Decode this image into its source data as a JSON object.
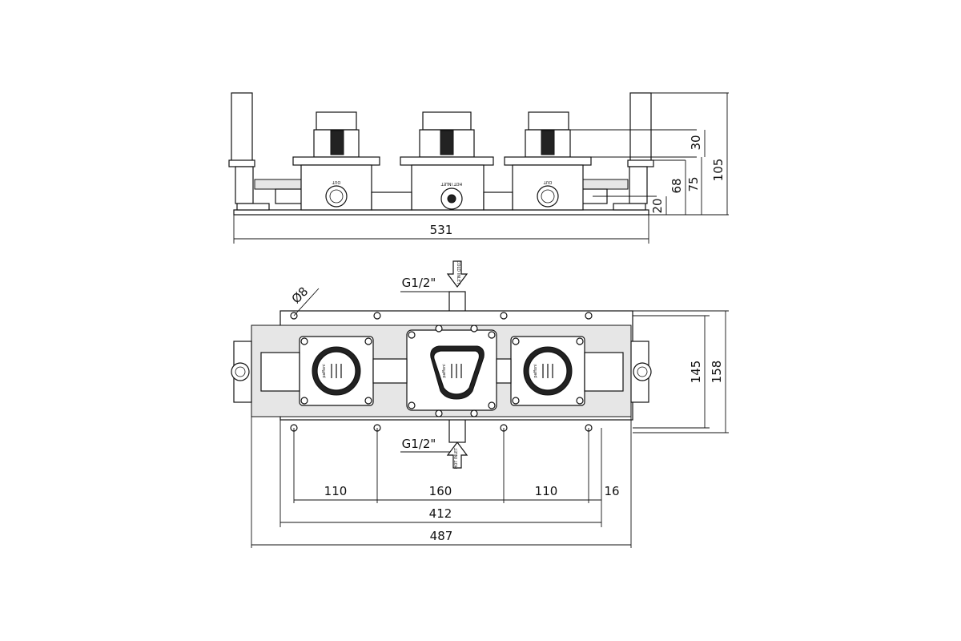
{
  "front_view": {
    "dimensions": {
      "width_531": "531",
      "height_30": "30",
      "height_68": "68",
      "height_75": "75",
      "height_105": "105",
      "height_20": "20"
    },
    "port_labels": {
      "left_out": "OUT",
      "center_hot_inlet": "HOT INLET",
      "right_out": "OUT"
    }
  },
  "plan_view": {
    "dimensions": {
      "hole_dia": "Ø8",
      "spacing_110_left": "110",
      "spacing_160": "160",
      "spacing_110_right": "110",
      "spacing_16": "16",
      "width_412": "412",
      "width_487": "487",
      "height_145": "145",
      "height_158": "158"
    },
    "threads": {
      "top_thread": "G1/2\"",
      "bottom_thread": "G1/2\""
    },
    "inlet_labels": {
      "cold_inlet": "COLD INLET",
      "hot_inlet": "HOT INLET"
    },
    "brand_mark": "paffoni"
  }
}
